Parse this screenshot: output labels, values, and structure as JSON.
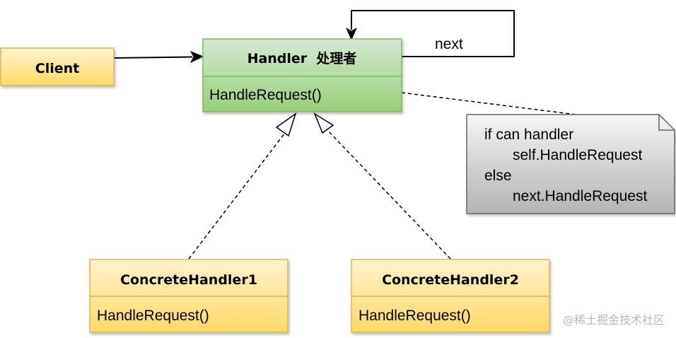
{
  "client": {
    "label": "Client"
  },
  "handler": {
    "title": "Handler  处理者",
    "method": "HandleRequest()"
  },
  "concrete1": {
    "title": "ConcreteHandler1",
    "method": "HandleRequest()"
  },
  "concrete2": {
    "title": "ConcreteHandler2",
    "method": "HandleRequest()"
  },
  "self_loop": {
    "label": "next"
  },
  "note": {
    "lines": [
      "if can handler",
      "self.HandleRequest",
      "else",
      "next.HandleRequest"
    ]
  },
  "watermark": {
    "text": "@稀土掘金技术社区"
  },
  "colors": {
    "yellow_fill_top": "#FFF2CC",
    "yellow_fill_bottom": "#FFD966",
    "yellow_stroke": "#D6B656",
    "green_fill_top": "#D5E8D4",
    "green_fill_bottom": "#97D077",
    "green_stroke": "#82B366",
    "note_fill_top": "#F5F5F5",
    "note_fill_bottom": "#B3B3B3",
    "note_stroke": "#666666"
  }
}
